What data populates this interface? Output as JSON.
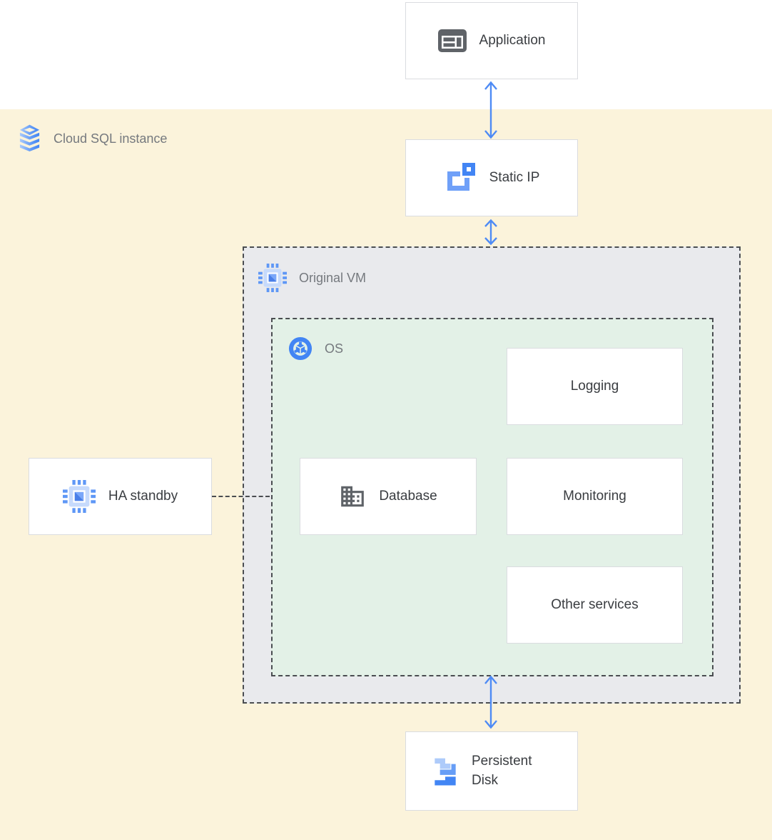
{
  "diagram": {
    "zones": {
      "cloud_sql": {
        "label": "Cloud SQL instance"
      },
      "original_vm": {
        "label": "Original VM"
      },
      "os": {
        "label": "OS"
      }
    },
    "nodes": {
      "application": {
        "label": "Application"
      },
      "static_ip": {
        "label": "Static IP"
      },
      "ha_standby": {
        "label": "HA standby"
      },
      "database": {
        "label": "Database"
      },
      "logging": {
        "label": "Logging"
      },
      "monitoring": {
        "label": "Monitoring"
      },
      "other_services": {
        "label": "Other services"
      },
      "persistent_disk": {
        "label": "Persistent Disk"
      }
    },
    "icons": [
      "application-icon",
      "cloud-sql-icon",
      "static-ip-icon",
      "compute-engine-chip-icon",
      "os-circle-cube-icon",
      "database-building-icon",
      "persistent-disk-icon"
    ],
    "connections": [
      {
        "from": "application",
        "to": "static_ip",
        "style": "double-arrow"
      },
      {
        "from": "static_ip",
        "to": "original_vm",
        "style": "double-arrow"
      },
      {
        "from": "os",
        "to": "persistent_disk",
        "style": "double-arrow"
      },
      {
        "from": "ha_standby",
        "to": "os",
        "style": "dashed-line"
      }
    ],
    "colors": {
      "background_yellow": "#FBF3DB",
      "vm_zone_fill": "#E9EAED",
      "os_zone_fill": "#E3F1E7",
      "arrow_blue": "#4E8BF5",
      "box_border": "#DADCE0",
      "dash_border": "#4A4D51",
      "icon_gray": "#5F6368",
      "google_blue": "#4285F4",
      "light_blue": "#AECBFA",
      "medium_blue": "#669DF6",
      "node_text": "#3A3D41",
      "zone_text": "#75797E"
    }
  }
}
